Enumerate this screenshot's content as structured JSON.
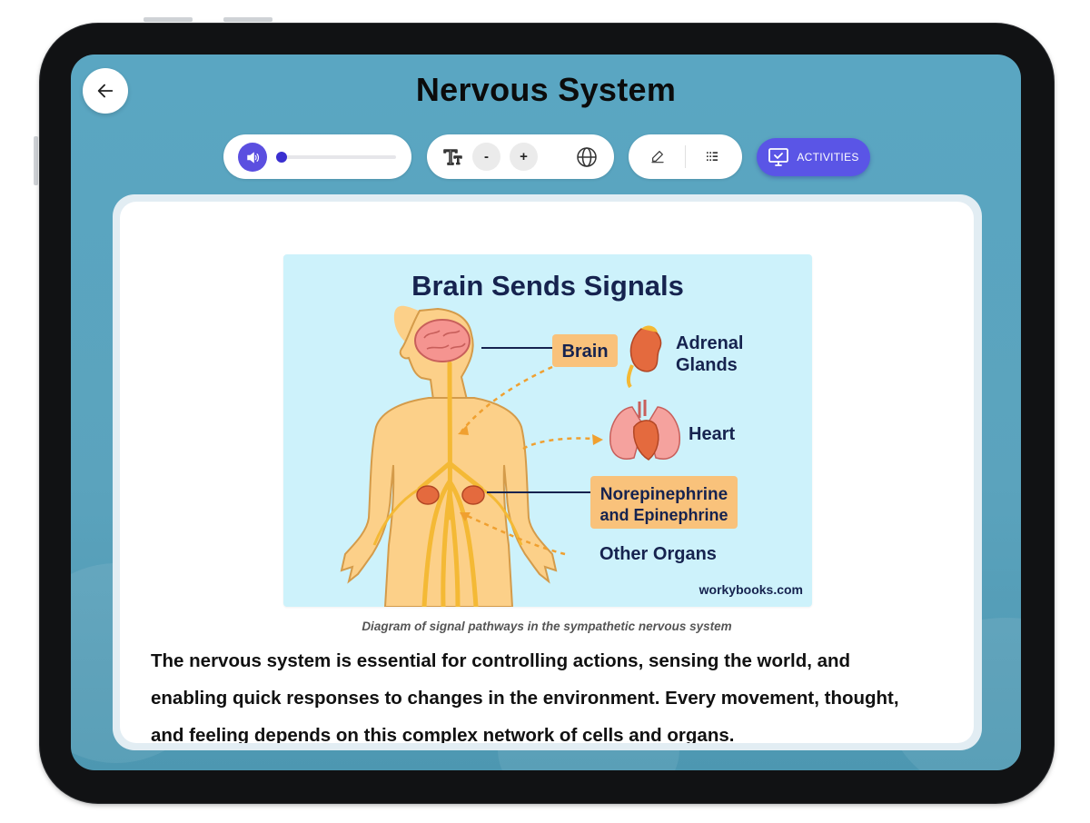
{
  "page": {
    "title": "Nervous System"
  },
  "toolbar": {
    "audio_progress": 0.0,
    "font_decrease_label": "-",
    "font_increase_label": "+",
    "activities_label": "ACTIVITIES"
  },
  "figure": {
    "title": "Brain Sends Signals",
    "labels": {
      "brain": "Brain",
      "adrenal_line1": "Adrenal",
      "adrenal_line2": "Glands",
      "heart": "Heart",
      "hormones_line1": "Norepinephrine",
      "hormones_line2": "and Epinephrine",
      "other_organs": "Other Organs"
    },
    "watermark": "workybooks.com",
    "caption": "Diagram of signal pathways in the sympathetic nervous system"
  },
  "article": {
    "paragraph": "The nervous system is essential for controlling actions, sensing the world, and enabling quick responses to changes in the environment. Every movement, thought, and feeling depends on this complex network of cells and organs."
  },
  "colors": {
    "accent": "#5a55e6",
    "screen_bg": "#5aa6c2",
    "diagram_bg": "#cdf2fb",
    "label_box": "#f9c27b"
  }
}
